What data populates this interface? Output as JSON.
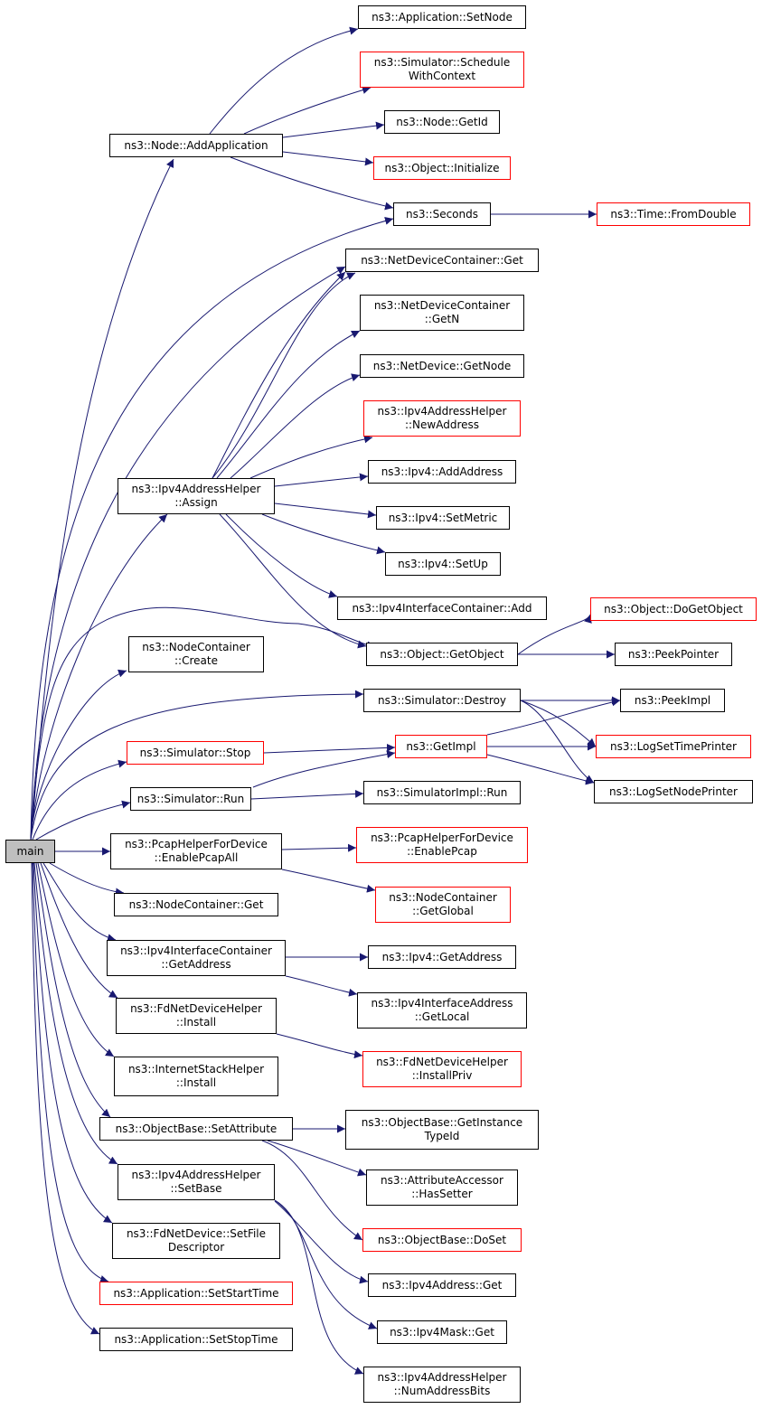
{
  "colors": {
    "edge": "#191970",
    "border": "#000000",
    "external_border": "#ff0000",
    "root_fill": "#bfbfbf"
  },
  "nodes": [
    {
      "id": "main",
      "lines": [
        "main"
      ],
      "root": true
    },
    {
      "id": "n_addapp",
      "lines": [
        "ns3::Node::AddApplication"
      ]
    },
    {
      "id": "n_ipv4assign",
      "lines": [
        "ns3::Ipv4AddressHelper",
        "::Assign"
      ]
    },
    {
      "id": "n_ncreate",
      "lines": [
        "ns3::NodeContainer",
        "::Create"
      ]
    },
    {
      "id": "n_simstop",
      "lines": [
        "ns3::Simulator::Stop"
      ],
      "external": true
    },
    {
      "id": "n_simrun",
      "lines": [
        "ns3::Simulator::Run"
      ]
    },
    {
      "id": "n_pcapall",
      "lines": [
        "ns3::PcapHelperForDevice",
        "::EnablePcapAll"
      ]
    },
    {
      "id": "n_ncget",
      "lines": [
        "ns3::NodeContainer::Get"
      ]
    },
    {
      "id": "n_ifcgetaddr",
      "lines": [
        "ns3::Ipv4InterfaceContainer",
        "::GetAddress"
      ]
    },
    {
      "id": "n_fdinstall",
      "lines": [
        "ns3::FdNetDeviceHelper",
        "::Install"
      ]
    },
    {
      "id": "n_inetinstall",
      "lines": [
        "ns3::InternetStackHelper",
        "::Install"
      ]
    },
    {
      "id": "n_setattr",
      "lines": [
        "ns3::ObjectBase::SetAttribute"
      ]
    },
    {
      "id": "n_setbase",
      "lines": [
        "ns3::Ipv4AddressHelper",
        "::SetBase"
      ]
    },
    {
      "id": "n_setfd",
      "lines": [
        "ns3::FdNetDevice::SetFile",
        "Descriptor"
      ]
    },
    {
      "id": "n_setstart",
      "lines": [
        "ns3::Application::SetStartTime"
      ],
      "external": true
    },
    {
      "id": "n_setstop",
      "lines": [
        "ns3::Application::SetStopTime"
      ]
    },
    {
      "id": "n_appsetnode",
      "lines": [
        "ns3::Application::SetNode"
      ]
    },
    {
      "id": "n_schedctx",
      "lines": [
        "ns3::Simulator::Schedule",
        "WithContext"
      ],
      "external": true
    },
    {
      "id": "n_nodegetid",
      "lines": [
        "ns3::Node::GetId"
      ]
    },
    {
      "id": "n_objinit",
      "lines": [
        "ns3::Object::Initialize"
      ],
      "external": true
    },
    {
      "id": "n_seconds",
      "lines": [
        "ns3::Seconds"
      ]
    },
    {
      "id": "n_fromdouble",
      "lines": [
        "ns3::Time::FromDouble"
      ],
      "external": true
    },
    {
      "id": "n_ndcget",
      "lines": [
        "ns3::NetDeviceContainer::Get"
      ]
    },
    {
      "id": "n_ndcgetn",
      "lines": [
        "ns3::NetDeviceContainer",
        "::GetN"
      ]
    },
    {
      "id": "n_ndgetnode",
      "lines": [
        "ns3::NetDevice::GetNode"
      ]
    },
    {
      "id": "n_newaddr",
      "lines": [
        "ns3::Ipv4AddressHelper",
        "::NewAddress"
      ],
      "external": true
    },
    {
      "id": "n_ipv4addaddr",
      "lines": [
        "ns3::Ipv4::AddAddress"
      ]
    },
    {
      "id": "n_ipv4setmetric",
      "lines": [
        "ns3::Ipv4::SetMetric"
      ]
    },
    {
      "id": "n_ipv4setup",
      "lines": [
        "ns3::Ipv4::SetUp"
      ]
    },
    {
      "id": "n_ifcadd",
      "lines": [
        "ns3::Ipv4InterfaceContainer::Add"
      ]
    },
    {
      "id": "n_getobject",
      "lines": [
        "ns3::Object::GetObject"
      ]
    },
    {
      "id": "n_dogetobject",
      "lines": [
        "ns3::Object::DoGetObject"
      ],
      "external": true
    },
    {
      "id": "n_peekpointer",
      "lines": [
        "ns3::PeekPointer"
      ]
    },
    {
      "id": "n_simdestroy",
      "lines": [
        "ns3::Simulator::Destroy"
      ]
    },
    {
      "id": "n_peekimpl",
      "lines": [
        "ns3::PeekImpl"
      ]
    },
    {
      "id": "n_getimpl",
      "lines": [
        "ns3::GetImpl"
      ],
      "external": true
    },
    {
      "id": "n_logtime",
      "lines": [
        "ns3::LogSetTimePrinter"
      ],
      "external": true
    },
    {
      "id": "n_lognode",
      "lines": [
        "ns3::LogSetNodePrinter"
      ]
    },
    {
      "id": "n_simimplrun",
      "lines": [
        "ns3::SimulatorImpl::Run"
      ]
    },
    {
      "id": "n_enablepcap",
      "lines": [
        "ns3::PcapHelperForDevice",
        "::EnablePcap"
      ],
      "external": true
    },
    {
      "id": "n_ncglobal",
      "lines": [
        "ns3::NodeContainer",
        "::GetGlobal"
      ],
      "external": true
    },
    {
      "id": "n_ipv4getaddr",
      "lines": [
        "ns3::Ipv4::GetAddress"
      ]
    },
    {
      "id": "n_ifagetlocal",
      "lines": [
        "ns3::Ipv4InterfaceAddress",
        "::GetLocal"
      ]
    },
    {
      "id": "n_installpriv",
      "lines": [
        "ns3::FdNetDeviceHelper",
        "::InstallPriv"
      ],
      "external": true
    },
    {
      "id": "n_gettypeid",
      "lines": [
        "ns3::ObjectBase::GetInstance",
        "TypeId"
      ]
    },
    {
      "id": "n_hassetter",
      "lines": [
        "ns3::AttributeAccessor",
        "::HasSetter"
      ]
    },
    {
      "id": "n_doset",
      "lines": [
        "ns3::ObjectBase::DoSet"
      ],
      "external": true
    },
    {
      "id": "n_ipv4addrget",
      "lines": [
        "ns3::Ipv4Address::Get"
      ]
    },
    {
      "id": "n_ipv4maskget",
      "lines": [
        "ns3::Ipv4Mask::Get"
      ]
    },
    {
      "id": "n_numbits",
      "lines": [
        "ns3::Ipv4AddressHelper",
        "::NumAddressBits"
      ]
    }
  ]
}
